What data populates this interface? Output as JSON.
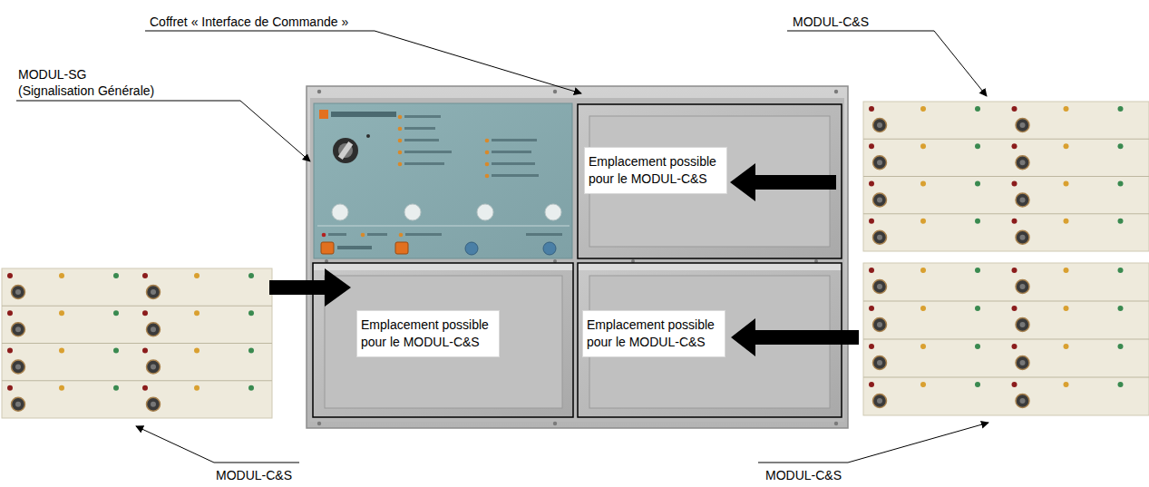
{
  "diagram": {
    "nodes": [
      {
        "text": [
          "Emplacement possible pour le MODUL-C&S"
        ]
      },
      {
        "text": [
          "Emplacement possible pour le MODUL-C&S"
        ]
      },
      {
        "text": [
          "Emplacement possible pour le MODUL-C&S"
        ]
      }
    ],
    "labels": [
      "Coffret « Interface de Commande »",
      "MODUL-C&S",
      "MODUL-SG (Signalisation Générale)",
      "MODUL-C&S",
      "MODUL-C&S"
    ]
  }
}
